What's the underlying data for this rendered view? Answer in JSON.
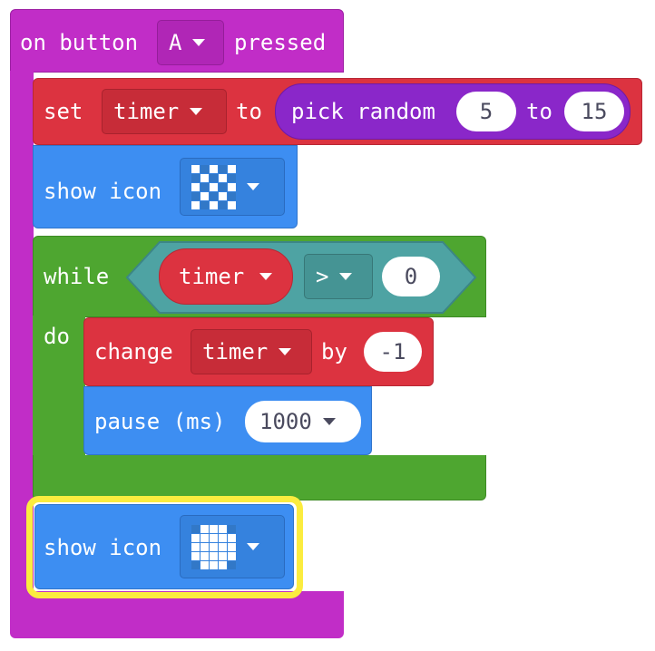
{
  "colors": {
    "event": "#c12dc7",
    "variables": "#dc3340",
    "math": "#8a27c9",
    "basic": "#3d8ef2",
    "loops": "#4ea630",
    "logic": "#4ea3a3",
    "highlight": "#fbec3f"
  },
  "event_block": {
    "prefix": "on button",
    "button": "A",
    "suffix": "pressed"
  },
  "set_block": {
    "label_set": "set",
    "variable": "timer",
    "label_to": "to",
    "random": {
      "label": "pick random",
      "from": "5",
      "label_to": "to",
      "to": "15"
    }
  },
  "show_icon_1": {
    "label": "show icon",
    "icon": "checker-icon",
    "pixels": [
      1,
      0,
      1,
      0,
      1,
      0,
      1,
      0,
      1,
      0,
      1,
      0,
      1,
      0,
      1,
      0,
      1,
      0,
      1,
      0,
      1,
      0,
      1,
      0,
      1
    ]
  },
  "while_block": {
    "label_while": "while",
    "label_do": "do",
    "condition": {
      "variable": "timer",
      "operator": ">",
      "value": "0"
    }
  },
  "change_block": {
    "label_change": "change",
    "variable": "timer",
    "label_by": "by",
    "value": "-1"
  },
  "pause_block": {
    "label": "pause (ms)",
    "value": "1000"
  },
  "show_icon_2": {
    "label": "show icon",
    "icon": "full-grid-icon",
    "pixels": [
      0,
      1,
      1,
      1,
      0,
      1,
      1,
      1,
      1,
      1,
      1,
      1,
      1,
      1,
      1,
      1,
      1,
      1,
      1,
      1,
      0,
      1,
      1,
      1,
      0
    ]
  }
}
